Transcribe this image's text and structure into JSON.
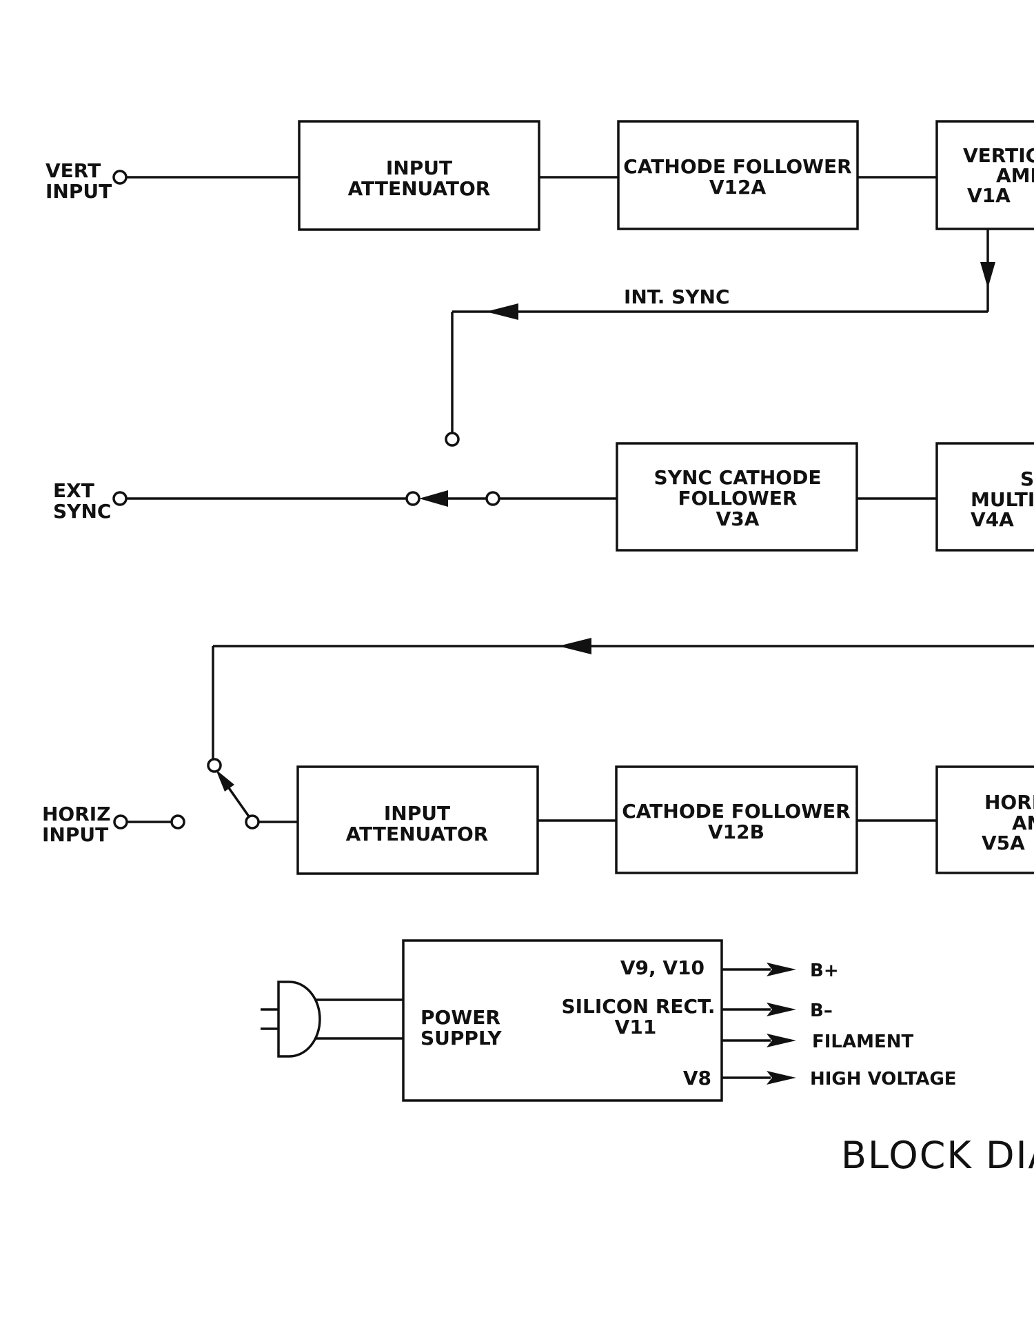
{
  "diagram": {
    "terminals": {
      "vert_input": [
        "VERT",
        "INPUT"
      ],
      "ext_sync": [
        "EXT",
        "SYNC"
      ],
      "horiz_input": [
        "HORIZ",
        "INPUT"
      ]
    },
    "blocks": {
      "vert_input_attenuator": [
        "INPUT",
        "ATTENUATOR"
      ],
      "vert_cathode_follower": [
        "CATHODE FOLLOWER",
        "V12A"
      ],
      "vertical_amp": [
        "VERTIC",
        "AMP",
        "V1A"
      ],
      "sync_cathode_follower": [
        "SYNC CATHODE",
        "FOLLOWER",
        "V3A"
      ],
      "sweep_multivibrator": [
        "S",
        "MULTI",
        "V4A"
      ],
      "horiz_input_attenuator": [
        "INPUT",
        "ATTENUATOR"
      ],
      "horiz_cathode_follower": [
        "CATHODE FOLLOWER",
        "V12B"
      ],
      "horizontal_amp": [
        "HORI",
        "AN",
        "V5A"
      ],
      "power_supply": [
        "POWER",
        "SUPPLY"
      ]
    },
    "power_supply_tubes": {
      "v9_v10": "V9, V10",
      "silicon_rect": [
        "SILICON RECT.",
        "V11"
      ],
      "v8": "V8"
    },
    "outputs": [
      "B+",
      "B–",
      "FILAMENT",
      "HIGH VOLTAGE"
    ],
    "signal_labels": {
      "int_sync": "INT. SYNC"
    },
    "title": "BLOCK DIA"
  }
}
